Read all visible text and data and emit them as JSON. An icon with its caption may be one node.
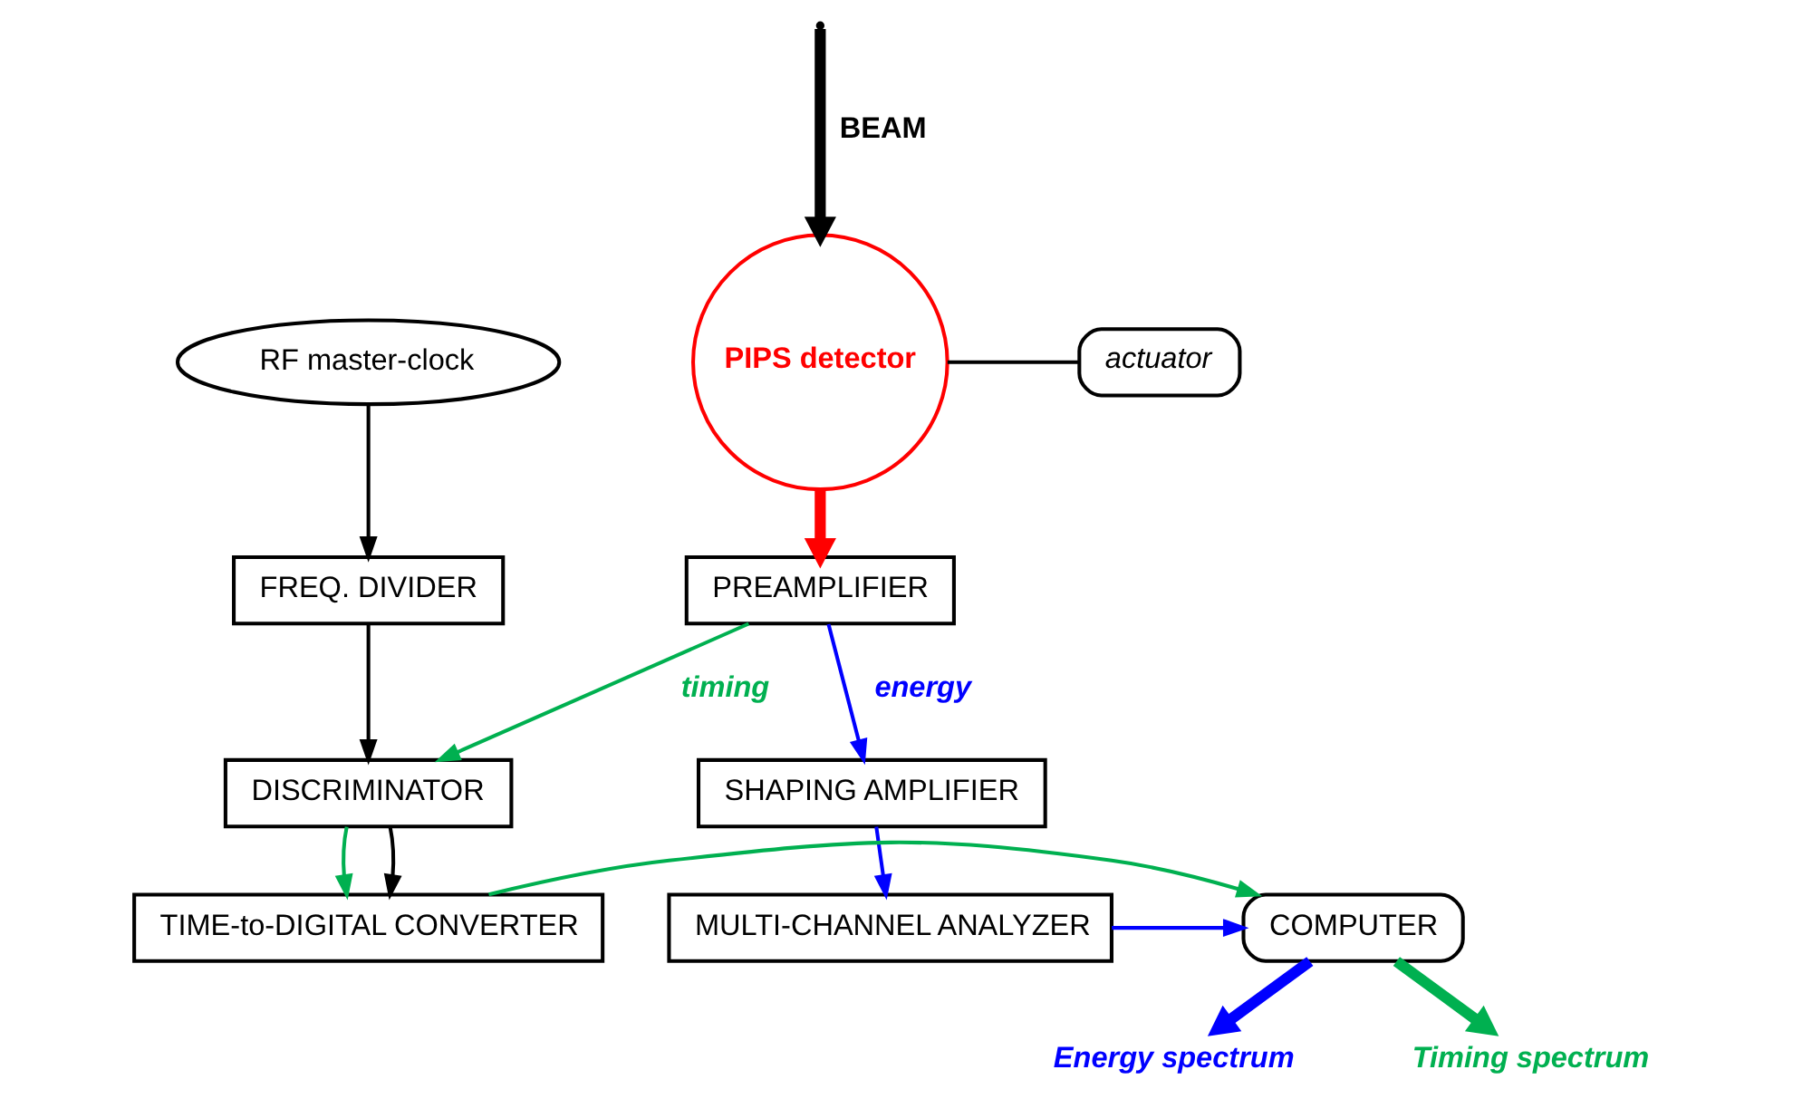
{
  "diagram": {
    "nodes": [
      {
        "text": [
          "actuator"
        ]
      },
      {
        "text": [
          "PIPS detector"
        ]
      },
      {
        "text": [
          "PREAMPLIFIER"
        ]
      },
      {
        "text": [
          "RF master-clock"
        ]
      },
      {
        "text": [
          "FREQ. DIVIDER"
        ]
      },
      {
        "text": [
          "SHAPING AMPLIFIER"
        ]
      },
      {
        "text": [
          "DISCRIMINATOR"
        ]
      },
      {
        "text": [
          "MULTI-CHANNEL ANALYZER"
        ]
      },
      {
        "text": [
          "COMPUTER"
        ]
      },
      {
        "text": [
          "TIME-to-DIGITAL CONVERTER"
        ]
      },
      {
        "text": [
          "Energy spectrum"
        ]
      },
      {
        "text": [
          "Timing spectrum"
        ]
      }
    ],
    "edges": [
      {
        "from": null,
        "to": 1,
        "arrow": "to",
        "label": "BEAM",
        "style": "thick"
      },
      {
        "from": 1,
        "to": 0,
        "arrow": "none"
      },
      {
        "from": 1,
        "to": 2,
        "arrow": "to",
        "style": "thick",
        "color": "#ff0000"
      },
      {
        "from": 3,
        "to": 4,
        "arrow": "to"
      },
      {
        "from": 4,
        "to": 6,
        "arrow": "to"
      },
      {
        "from": 2,
        "to": 5,
        "arrow": "to",
        "label": "energy",
        "color": "#0000ff"
      },
      {
        "from": 2,
        "to": 6,
        "arrow": "to",
        "label": "timing",
        "color": "#00b050"
      },
      {
        "from": 5,
        "to": 7,
        "arrow": "to",
        "color": "#0000ff"
      },
      {
        "from": 6,
        "to": 9,
        "arrow": "to",
        "color": "#00b050"
      },
      {
        "from": 6,
        "to": 9,
        "arrow": "to"
      },
      {
        "from": 7,
        "to": 8,
        "arrow": "to",
        "color": "#0000ff"
      },
      {
        "from": 9,
        "to": 8,
        "arrow": "to",
        "color": "#00b050"
      },
      {
        "from": 8,
        "to": 10,
        "arrow": "to",
        "style": "thick",
        "color": "#0000ff"
      },
      {
        "from": 8,
        "to": 11,
        "arrow": "to",
        "style": "thick",
        "color": "#00b050"
      }
    ]
  }
}
